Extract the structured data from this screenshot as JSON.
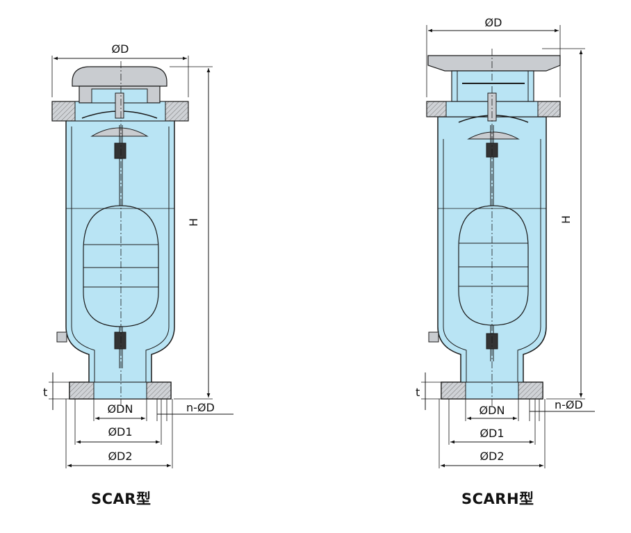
{
  "left": {
    "dims": {
      "top_d": "ØD",
      "height": "H",
      "thickness": "t",
      "bore": "ØDN",
      "bolt_circle": "ØD1",
      "flange_d": "ØD2",
      "bolt_holes": "n-ØD"
    },
    "caption": "SCAR型"
  },
  "right": {
    "dims": {
      "top_d": "ØD",
      "height": "H",
      "thickness": "t",
      "bore": "ØDN",
      "bolt_circle": "ØD1",
      "flange_d": "ØD2",
      "bolt_holes": "n-ØD"
    },
    "caption": "SCARH型"
  },
  "colors": {
    "fill": "#b9e4f4",
    "metal": "#c9ccd0",
    "line": "#1a1a1a"
  }
}
